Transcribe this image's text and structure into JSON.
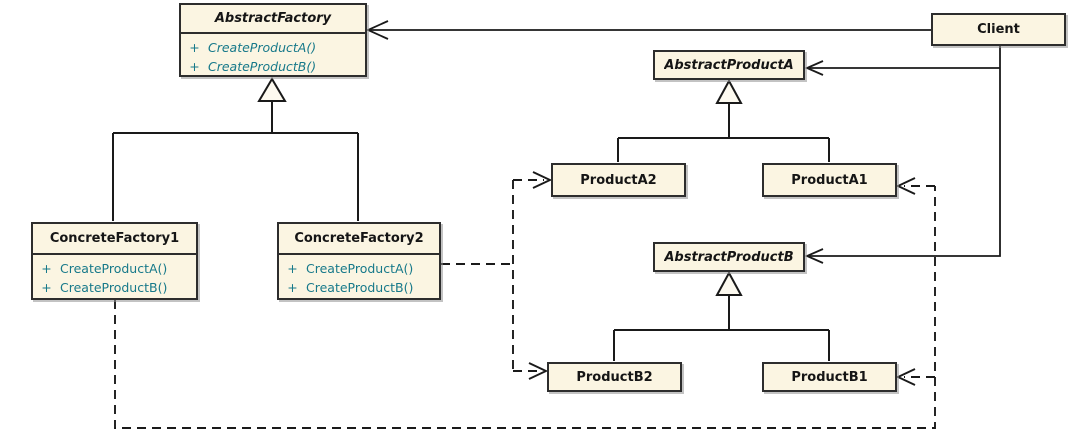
{
  "uml": {
    "visibility_public": "+"
  },
  "classes": {
    "abstract_factory": {
      "name": "AbstractFactory",
      "abstract": true,
      "methods": [
        "CreateProductA()",
        "CreateProductB()"
      ]
    },
    "concrete_factory1": {
      "name": "ConcreteFactory1",
      "abstract": false,
      "methods": [
        "CreateProductA()",
        "CreateProductB()"
      ]
    },
    "concrete_factory2": {
      "name": "ConcreteFactory2",
      "abstract": false,
      "methods": [
        "CreateProductA()",
        "CreateProductB()"
      ]
    },
    "client": {
      "name": "Client",
      "abstract": false
    },
    "abstract_product_a": {
      "name": "AbstractProductA",
      "abstract": true
    },
    "product_a2": {
      "name": "ProductA2",
      "abstract": false
    },
    "product_a1": {
      "name": "ProductA1",
      "abstract": false
    },
    "abstract_product_b": {
      "name": "AbstractProductB",
      "abstract": true
    },
    "product_b2": {
      "name": "ProductB2",
      "abstract": false
    },
    "product_b1": {
      "name": "ProductB1",
      "abstract": false
    }
  },
  "relationships": [
    {
      "from": "Client",
      "to": "AbstractFactory",
      "type": "association",
      "line": "solid",
      "arrow": "open"
    },
    {
      "from": "Client",
      "to": "AbstractProductA",
      "type": "association",
      "line": "solid",
      "arrow": "open"
    },
    {
      "from": "Client",
      "to": "AbstractProductB",
      "type": "association",
      "line": "solid",
      "arrow": "open"
    },
    {
      "from": "ConcreteFactory1",
      "to": "AbstractFactory",
      "type": "generalization",
      "line": "solid",
      "arrow": "hollow-triangle"
    },
    {
      "from": "ConcreteFactory2",
      "to": "AbstractFactory",
      "type": "generalization",
      "line": "solid",
      "arrow": "hollow-triangle"
    },
    {
      "from": "ProductA2",
      "to": "AbstractProductA",
      "type": "generalization",
      "line": "solid",
      "arrow": "hollow-triangle"
    },
    {
      "from": "ProductA1",
      "to": "AbstractProductA",
      "type": "generalization",
      "line": "solid",
      "arrow": "hollow-triangle"
    },
    {
      "from": "ProductB2",
      "to": "AbstractProductB",
      "type": "generalization",
      "line": "solid",
      "arrow": "hollow-triangle"
    },
    {
      "from": "ProductB1",
      "to": "AbstractProductB",
      "type": "generalization",
      "line": "solid",
      "arrow": "hollow-triangle"
    },
    {
      "from": "ConcreteFactory2",
      "to": "ProductA2",
      "type": "dependency",
      "line": "dashed",
      "arrow": "open"
    },
    {
      "from": "ConcreteFactory2",
      "to": "ProductB2",
      "type": "dependency",
      "line": "dashed",
      "arrow": "open"
    },
    {
      "from": "ConcreteFactory1",
      "to": "ProductA1",
      "type": "dependency",
      "line": "dashed",
      "arrow": "open"
    },
    {
      "from": "ConcreteFactory1",
      "to": "ProductB1",
      "type": "dependency",
      "line": "dashed",
      "arrow": "open"
    }
  ],
  "colors": {
    "box_fill": "#FBF5E2",
    "box_border": "#2D2D2D",
    "method_text": "#17798A",
    "line": "#1A1A1A",
    "triangle_fill": "#FDFAF0",
    "background": "#FFFFFF"
  }
}
